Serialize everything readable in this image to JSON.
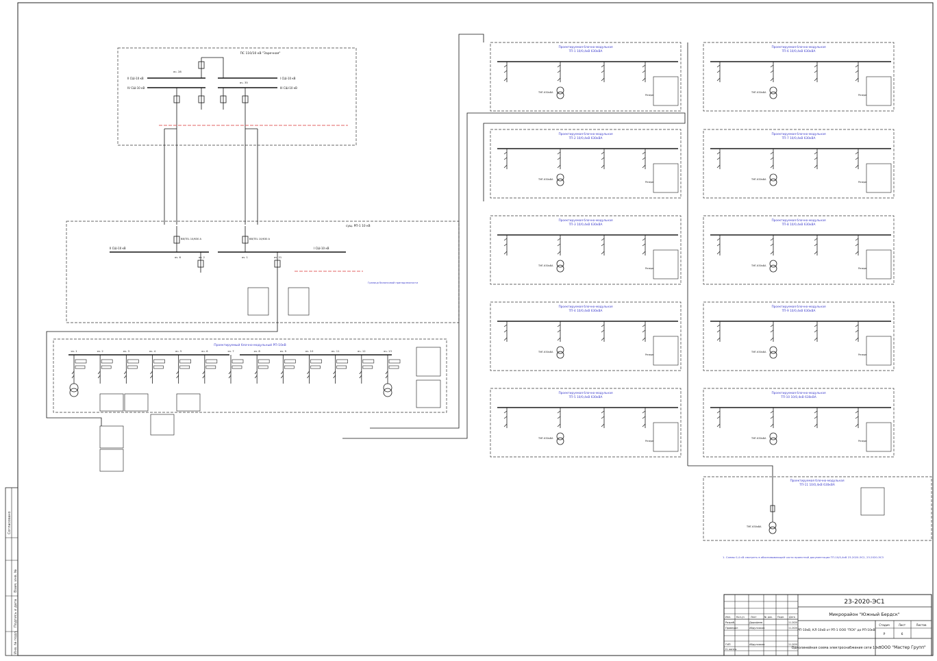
{
  "colors": {
    "ink": "#1a1a1a",
    "accent": "#3b3bcc",
    "boundary": "#e06060"
  },
  "source": {
    "substation_title": "ПС 110/10 кВ \"Заречная\"",
    "bus_ii": "II СШ-10 кВ",
    "bus_iv": "IV СШ-10 кВ",
    "bus_i": "I СШ-10 кВ",
    "bus_iii": "III СШ-10 кВ",
    "cell_28": "яч. 28",
    "cell_35": "яч. 35"
  },
  "rp": {
    "title": "сущ. РП-1 10 кВ",
    "bus_left": "II СШ-10 кВ",
    "bus_right": "I СШ-10 кВ",
    "breaker_left": "BB/TEL 10/630 А",
    "breaker_right": "BB/TEL 10/630 А",
    "cell_6": "яч. 6",
    "cell_2": "яч. 2",
    "cell_1": "яч. 1",
    "cell_21": "яч. 21",
    "boundary_note": "Граница балансовой принадлежности"
  },
  "new_rp": {
    "title": "Проектируемый блочно-модульный РП-10кВ",
    "cells": [
      "яч. 1",
      "яч. 2",
      "яч. 3",
      "яч. 4",
      "яч. 5",
      "яч. 6",
      "яч. 7",
      "яч. 8",
      "яч. 9",
      "яч. 10",
      "яч. 11",
      "яч. 12",
      "яч. 13"
    ]
  },
  "tp_common": {
    "title_prefix": "Проектируемая блочно-модульная",
    "rating": "10/0,4кВ 630кВА",
    "transformer": "ТМГ-630кВА",
    "reserve": "Резерв"
  },
  "tps": [
    {
      "name": "ТП-1 10/0,4кВ 630кВА"
    },
    {
      "name": "ТП-2 10/0,4кВ 630кВА"
    },
    {
      "name": "ТП-3 10/0,4кВ 630кВА"
    },
    {
      "name": "ТП-4 10/0,4кВ 630кВА"
    },
    {
      "name": "ТП-5 10/0,4кВ 630кВА"
    },
    {
      "name": "ТП-6 10/0,4кВ 630кВА"
    },
    {
      "name": "ТП-7 10/0,4кВ 630кВА"
    },
    {
      "name": "ТП-8 10/0,4кВ 630кВА"
    },
    {
      "name": "ТП-9 10/0,4кВ 630кВА"
    },
    {
      "name": "ТП-10 10/0,4кВ 630кВА"
    },
    {
      "name": "ТП-11 10/0,4кВ 630кВА"
    }
  ],
  "note": "1. Схемы 0,4 кВ смотреть в обосновывающей части проектной документации ТП-10/0,4кВ 23-2020-ЭС2, 23-2020-ЭС3",
  "stamp": {
    "code": "23-2020-ЭС1",
    "project": "Микрорайон \"Южный Бердск\"",
    "object": "РП-10кВ, КЛ-10кВ от РП-1 ООО \"ПСК\" до РП-10кВ",
    "sheet_title": "Однолинейная схема электроснабжения сети 10кВ",
    "company": "ООО \"Мастер Групп\"",
    "stage_label": "Стадия",
    "sheet_label": "Лист",
    "sheets_label": "Листов",
    "stage": "Р",
    "sheet": "6",
    "hdr_izm": "Изм.",
    "hdr_koluch": "Кол.уч",
    "hdr_list": "Лист",
    "hdr_ndok": "№ док.",
    "hdr_podp": "Подп.",
    "hdr_data": "Дата",
    "razrab_label": "Разраб.",
    "razrab_name": "Дорофеев",
    "prov_label": "Проверил",
    "prov_name": "Абдулхаков",
    "gip_label": "ГИП",
    "gip_name": "Абдулхаков",
    "nkontr_label": "Н. контр.",
    "date": "11.2020"
  },
  "side_labels": [
    "Согласовано",
    "Взам. инв. №",
    "Подпись и дата",
    "Инв. № подл."
  ]
}
